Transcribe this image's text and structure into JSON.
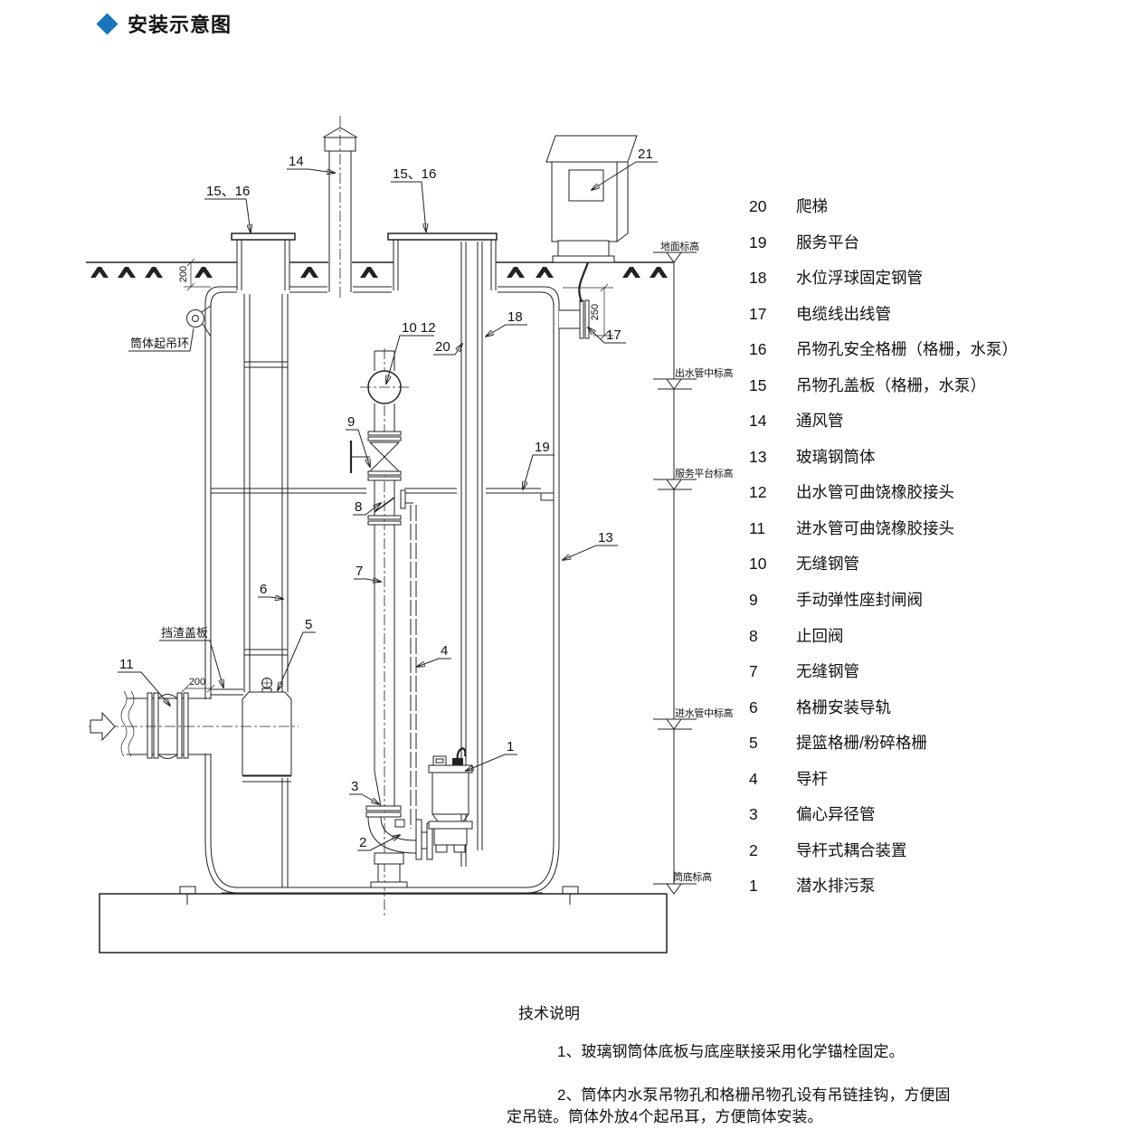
{
  "title": {
    "text": "安装示意图"
  },
  "legend": {
    "items": [
      {
        "num": "20",
        "label": "爬梯"
      },
      {
        "num": "19",
        "label": "服务平台"
      },
      {
        "num": "18",
        "label": "水位浮球固定钢管"
      },
      {
        "num": "17",
        "label": "电缆线出线管"
      },
      {
        "num": "16",
        "label": "吊物孔安全格栅（格栅，水泵）"
      },
      {
        "num": "15",
        "label": "吊物孔盖板（格栅，水泵）"
      },
      {
        "num": "14",
        "label": "通风管"
      },
      {
        "num": "13",
        "label": "玻璃钢筒体"
      },
      {
        "num": "12",
        "label": "出水管可曲饶橡胶接头"
      },
      {
        "num": "11",
        "label": "进水管可曲饶橡胶接头"
      },
      {
        "num": "10",
        "label": "无缝钢管"
      },
      {
        "num": "9",
        "label": "手动弹性座封闸阀"
      },
      {
        "num": "8",
        "label": "止回阀"
      },
      {
        "num": "7",
        "label": "无缝钢管"
      },
      {
        "num": "6",
        "label": "格栅安装导轨"
      },
      {
        "num": "5",
        "label": "提篮格栅/粉碎格栅"
      },
      {
        "num": "4",
        "label": "导杆"
      },
      {
        "num": "3",
        "label": "偏心异径管"
      },
      {
        "num": "2",
        "label": "导杆式耦合装置"
      },
      {
        "num": "1",
        "label": "潜水排污泵"
      }
    ]
  },
  "notes": {
    "title": "技术说明",
    "n1": "1、玻璃钢筒体底板与底座联接采用化学锚栓固定。",
    "n2a": "2、筒体内水泵吊物孔和格栅吊物孔设有吊链挂钩，方便固",
    "n2b": "定吊链。筒体外放4个起吊耳，方便筒体安装。"
  },
  "diagram": {
    "callouts": {
      "hatch_left": "15、16",
      "vent": "14",
      "hatch_center": "15、16",
      "cabinet": "21",
      "outlet_joint": "10 12",
      "ladder": "20",
      "float_pipe": "18",
      "cable_conduit": "17",
      "gate_valve": "9",
      "platform": "19",
      "check_valve": "8",
      "tank": "13",
      "pipe7": "7",
      "rail6": "6",
      "screen5": "5",
      "inlet_joint": "11",
      "guide_rod": "4",
      "pump": "1",
      "reducer": "3",
      "coupling": "2"
    },
    "elevations": {
      "ground": "地面标高",
      "outlet": "出水管中标高",
      "platform": "服务平台标高",
      "inlet": "进水管中标高",
      "bottom": "筒底标高"
    },
    "dims": {
      "top_cover": "200",
      "conduit": "250",
      "inlet": "200"
    },
    "part_labels": {
      "lifting_ring": "筒体起吊环",
      "baffle": "挡渣盖板"
    },
    "colors": {
      "accent": "#1c74ba",
      "line": "#222222"
    }
  }
}
